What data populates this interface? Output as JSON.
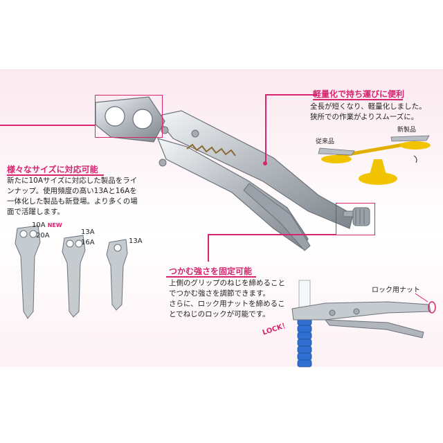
{
  "features": {
    "lightweight": {
      "heading": "軽量化で持ち運びに便利",
      "lines": [
        "全長が短くなり、軽量化しました。",
        "狭所での作業がよりスムーズに。"
      ],
      "old_label": "従来品",
      "new_label": "新製品"
    },
    "sizes": {
      "heading": "様々なサイズに対応可能",
      "lines": [
        "新たに10Aサイズに対応した製品をライ",
        "ンナップ。使用頻度の高い13Aと16Aを",
        "一体化した製品も新登場。より多くの場",
        "面で活躍します。"
      ],
      "variants": [
        {
          "top": "10A",
          "badge": "NEW",
          "bottom": "20A"
        },
        {
          "top": "13A",
          "bottom": "16A"
        },
        {
          "top": "13A"
        }
      ]
    },
    "fixed": {
      "heading": "つかむ強さを固定可能",
      "lines": [
        "上側のグリップのねじを締めること",
        "でつかむ強さを調節できます。",
        "さらに、ロック用ナットを締めるこ",
        "とでねじのロックが可能です。"
      ],
      "nut_label": "ロック用ナット",
      "lock_label": "LOCK！"
    }
  },
  "colors": {
    "accent": "#d6246e",
    "scale": "#f2c300",
    "hose": "#2f6fd1"
  }
}
